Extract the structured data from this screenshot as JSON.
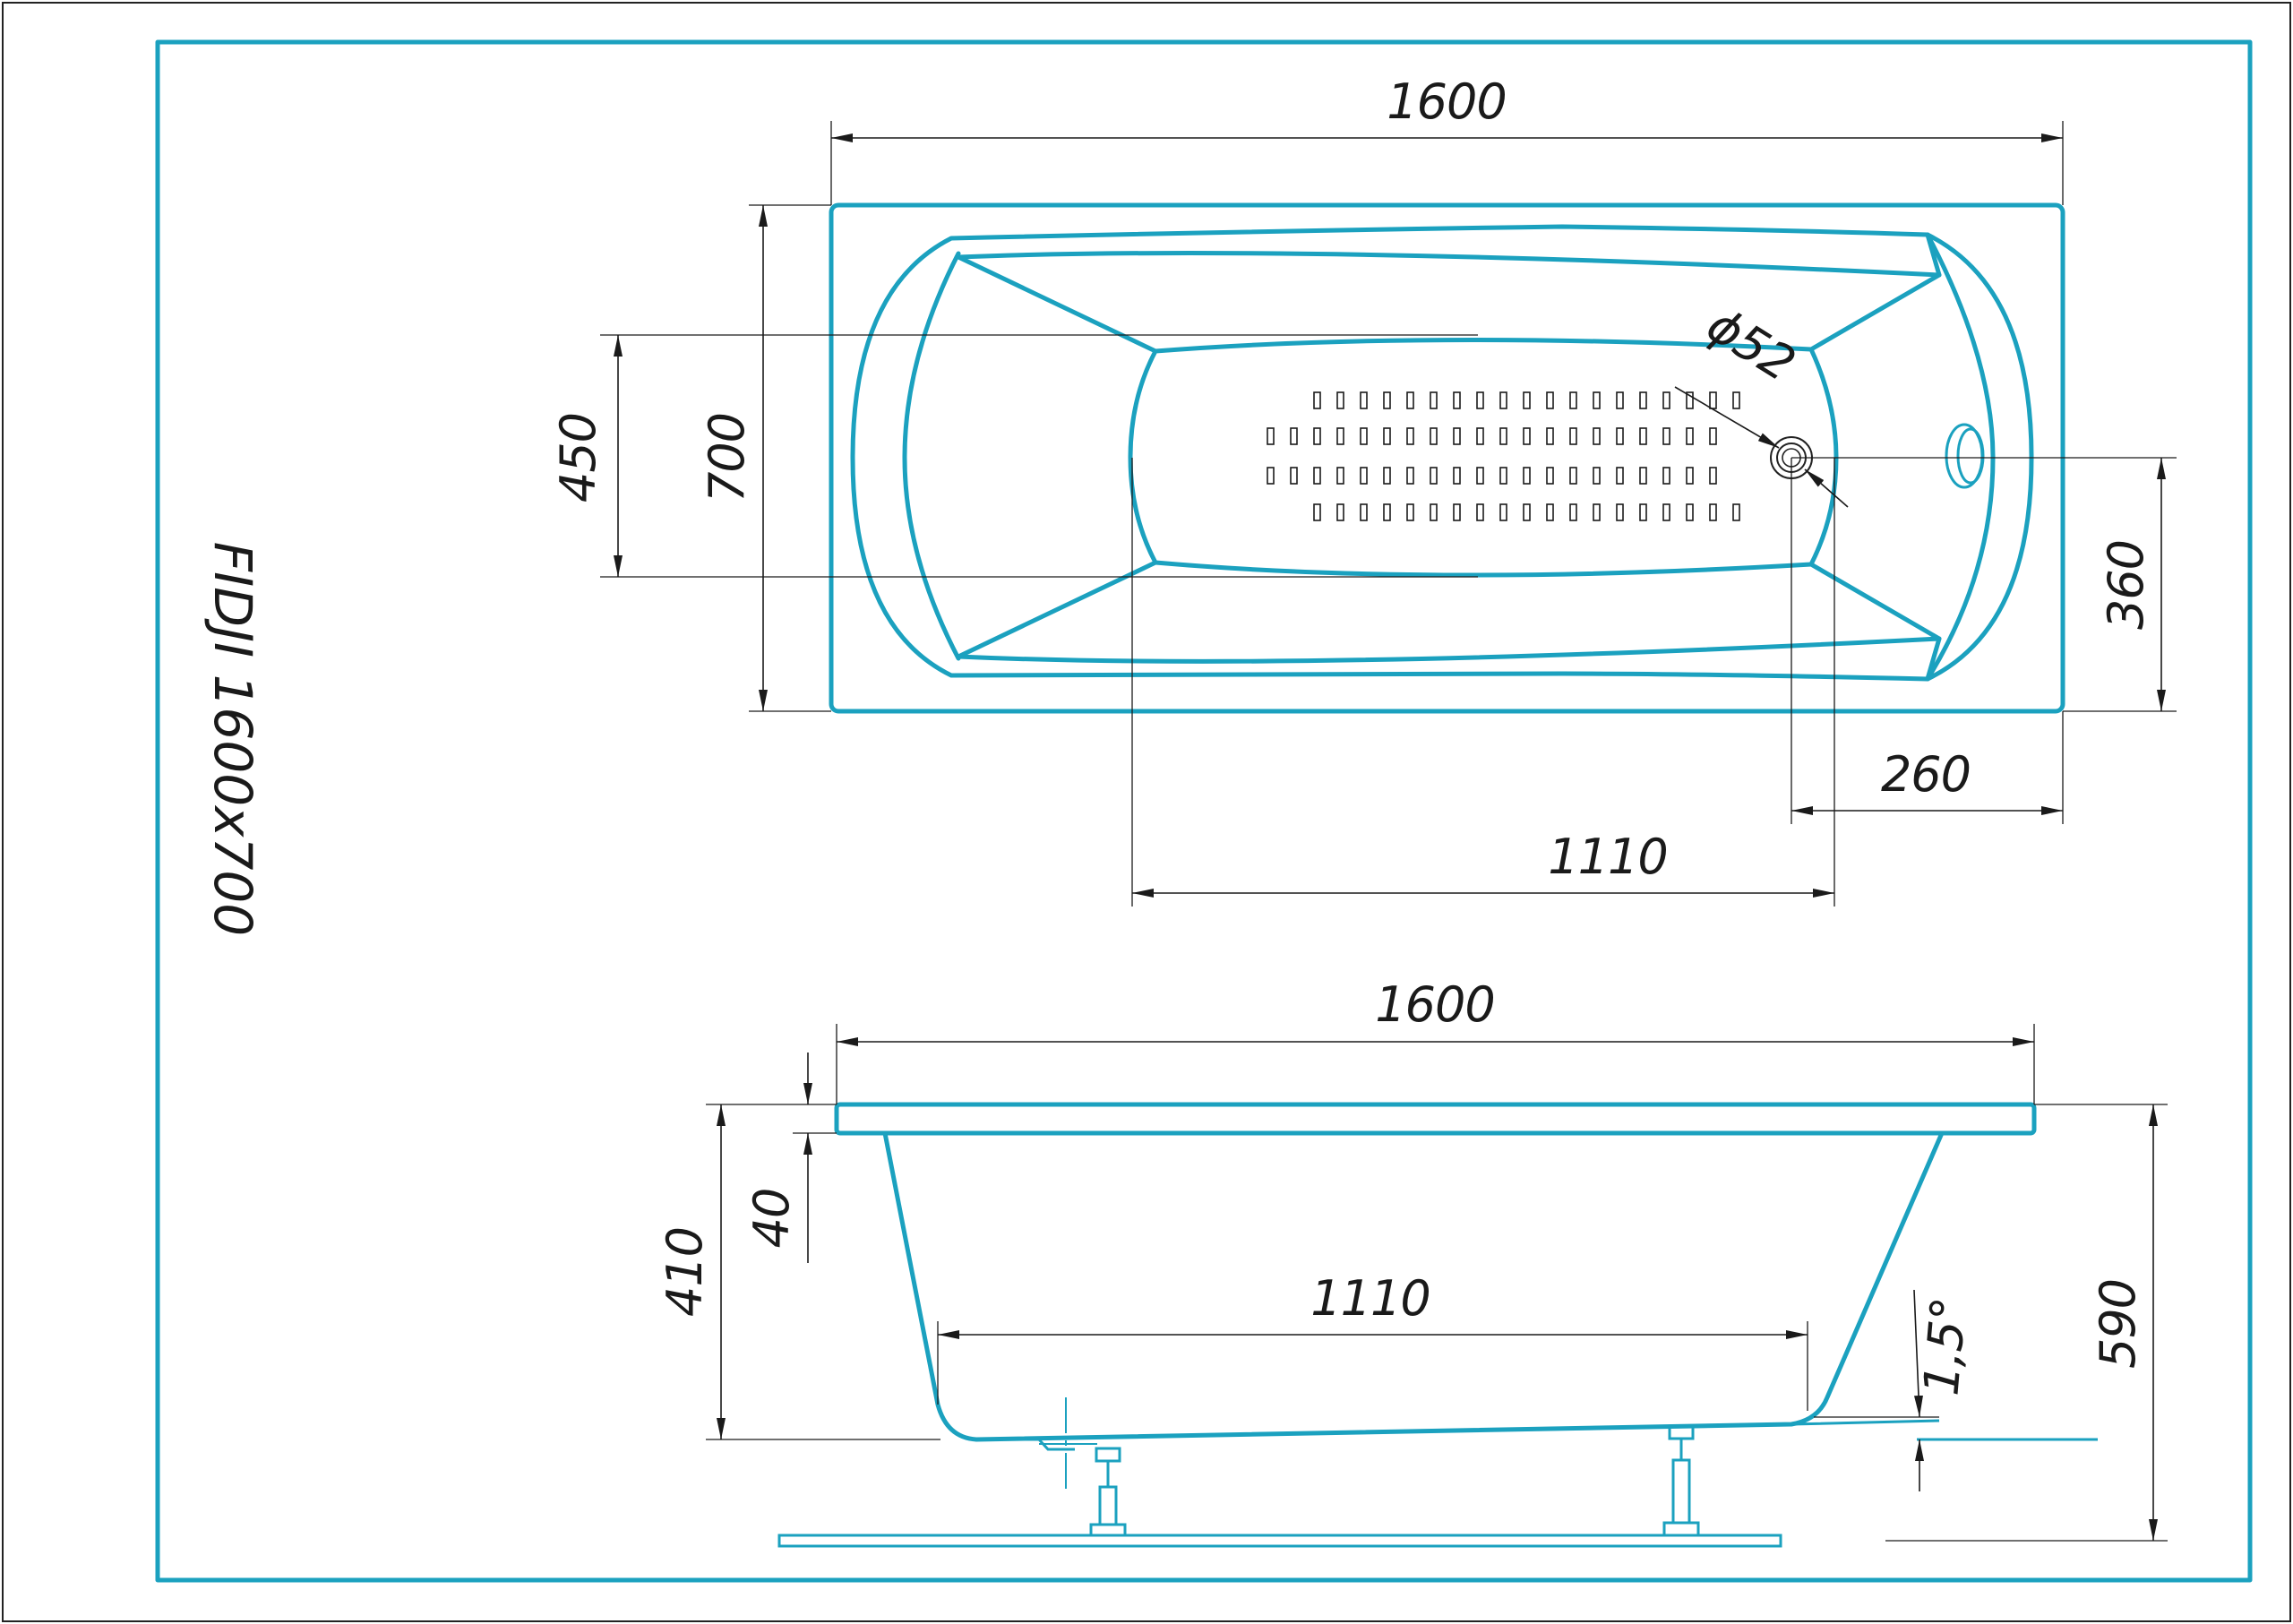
{
  "title": "FIDJI 1600x700",
  "colors": {
    "outline": "#1ba1bf",
    "dimension": "#1a1a1a",
    "background": "#ffffff"
  },
  "plan_view": {
    "dims": {
      "length": "1600",
      "width": "700",
      "inner_width": "450",
      "drain_offset": "360",
      "drain_from_end": "260",
      "bottom_length": "1110",
      "drain_diameter": "ϕ52"
    }
  },
  "side_view": {
    "dims": {
      "length": "1600",
      "rim": "40",
      "depth": "410",
      "bottom_length": "1110",
      "slope": "1,5°",
      "total_height": "590"
    }
  }
}
